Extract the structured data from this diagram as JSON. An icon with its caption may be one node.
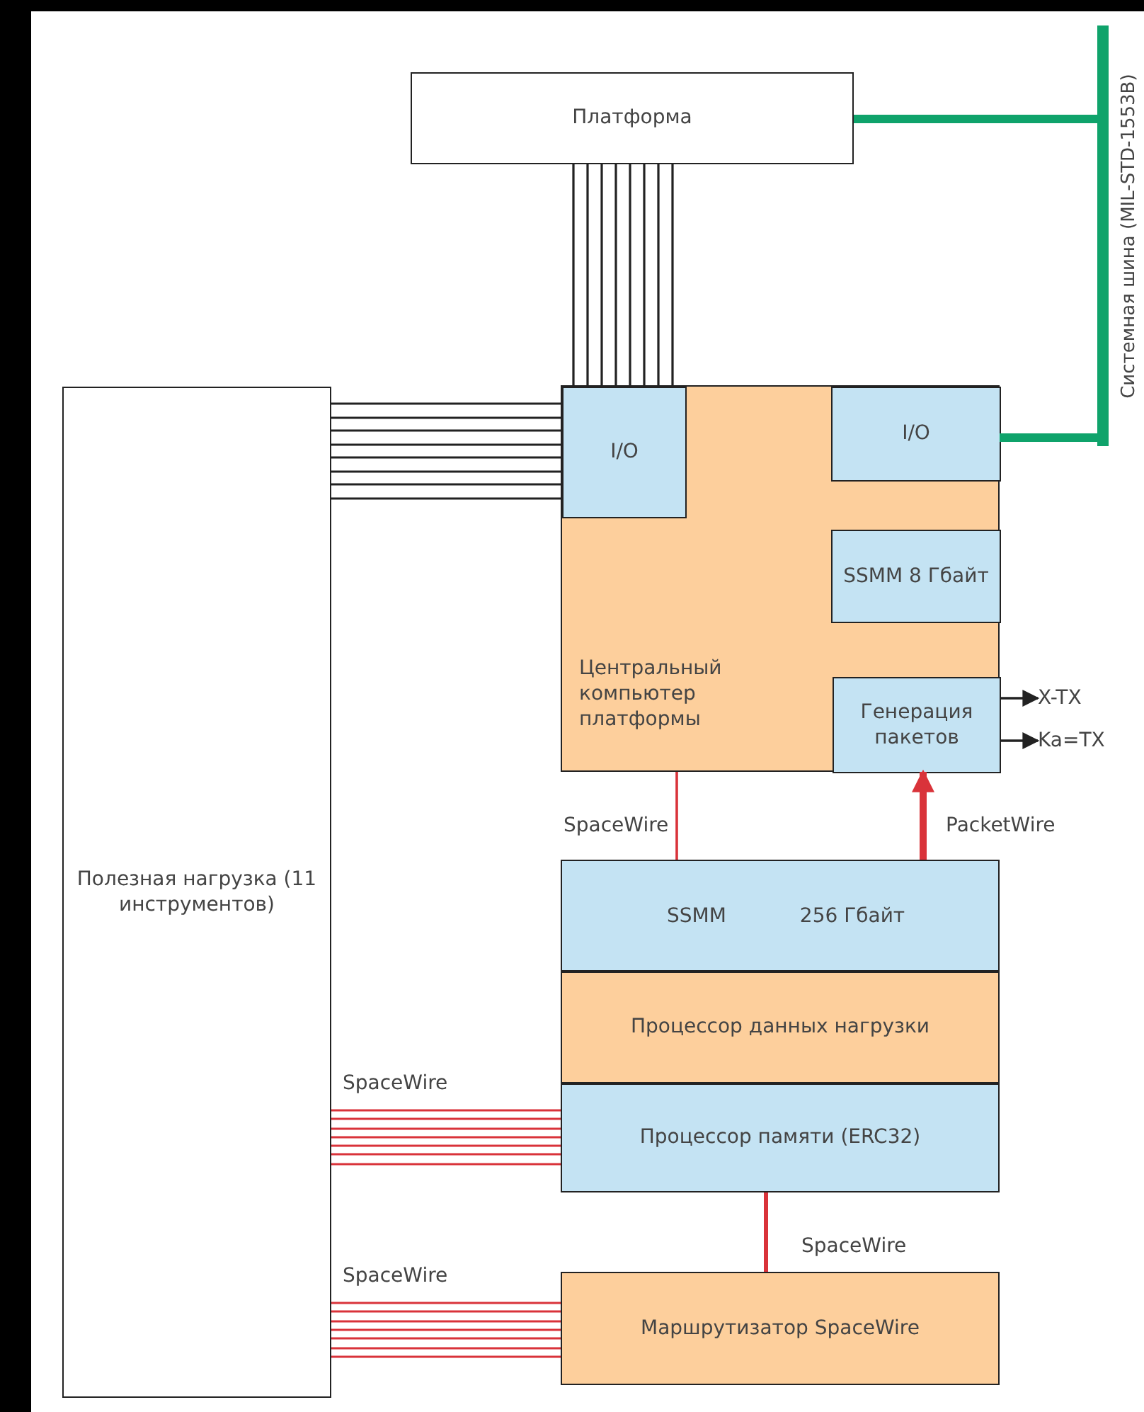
{
  "diagram": {
    "nodes": [
      {
        "text": [
          "Платформа"
        ]
      },
      {
        "text": [],
        "shape": "bar",
        "beside": [
          "Системная шина (MIL-STD-1553B)"
        ]
      },
      {
        "text": [
          "Центральный компьютер платформы"
        ]
      },
      {
        "text": [
          "I/O"
        ],
        "in": 2
      },
      {
        "text": [
          "I/O"
        ],
        "in": 2
      },
      {
        "text": [
          "SSMM 8 Гбайт"
        ],
        "in": 2
      },
      {
        "text": [
          "Генерация пакетов"
        ],
        "in": 2
      },
      {
        "text": [
          "X-TX"
        ]
      },
      {
        "text": [
          "Ka=TX"
        ]
      },
      {
        "text": [
          "Полезная нагрузка (11 инструментов)"
        ]
      },
      {
        "text": [
          "SSMM",
          "256 Гбайт"
        ]
      },
      {
        "text": [
          "Процессор данных нагрузки"
        ]
      },
      {
        "text": [
          "Процессор памяти (ERC32)"
        ]
      },
      {
        "text": [
          "Маршрутизатор SpaceWire"
        ]
      }
    ],
    "edges": [
      {
        "from": 0,
        "to": 1,
        "arrow": "none",
        "style": "thick",
        "color": "#0fa36b"
      },
      {
        "from": 4,
        "to": 1,
        "arrow": "none",
        "style": "thick",
        "color": "#0fa36b"
      },
      {
        "from": 0,
        "to": 3,
        "arrow": "none",
        "color": "#222222"
      },
      {
        "from": 9,
        "to": 3,
        "arrow": "none",
        "color": "#222222"
      },
      {
        "from": 6,
        "to": 7,
        "arrow": "to",
        "color": "#222222"
      },
      {
        "from": 6,
        "to": 8,
        "arrow": "to",
        "color": "#222222"
      },
      {
        "from": 2,
        "to": 10,
        "arrow": "none",
        "label": "SpaceWire",
        "color": "#d9333a"
      },
      {
        "from": 10,
        "to": 6,
        "arrow": "to",
        "label": "PacketWire",
        "style": "thick",
        "color": "#d9333a"
      },
      {
        "from": 9,
        "to": 12,
        "arrow": "none",
        "label": "SpaceWire",
        "color": "#d9333a"
      },
      {
        "from": 9,
        "to": 13,
        "arrow": "none",
        "label": "SpaceWire",
        "color": "#d9333a"
      },
      {
        "from": 12,
        "to": 13,
        "arrow": "none",
        "label": "SpaceWire",
        "color": "#d9333a"
      }
    ]
  }
}
